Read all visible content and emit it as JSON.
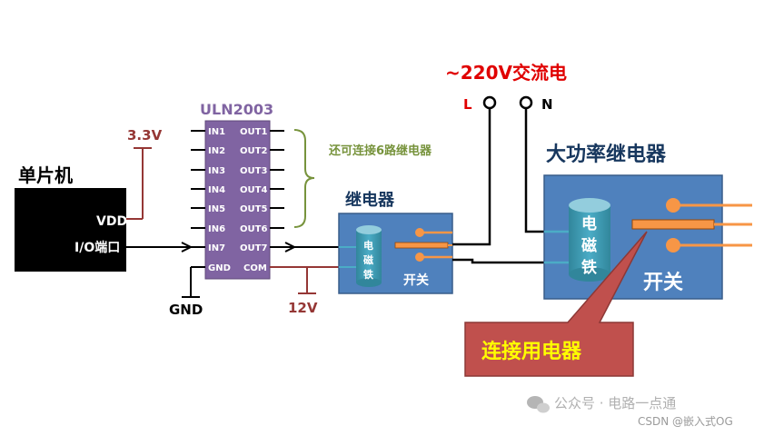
{
  "mcu": {
    "title": "单片机",
    "vdd": "VDD",
    "io": "I/O端口"
  },
  "supply_33": "3.3V",
  "gnd": "GND",
  "uln": {
    "title": "ULN2003",
    "inputs": [
      "IN1",
      "IN2",
      "IN3",
      "IN4",
      "IN5",
      "IN6",
      "IN7"
    ],
    "outputs": [
      "OUT1",
      "OUT2",
      "OUT3",
      "OUT4",
      "OUT5",
      "OUT6",
      "OUT7"
    ],
    "gnd": "GND",
    "com": "COM"
  },
  "brace_note": "还可连接6路继电器",
  "supply_12": "12V",
  "small_relay": {
    "title": "继电器",
    "coil": [
      "电",
      "磁",
      "铁"
    ],
    "switch": "开关"
  },
  "ac": {
    "title": "~220V交流电",
    "L": "L",
    "N": "N"
  },
  "big_relay": {
    "title": "大功率继电器",
    "coil": [
      "电",
      "磁",
      "铁"
    ],
    "switch": "开关"
  },
  "callout": "连接用电器",
  "watermark": {
    "main": "公众号 · 电路一点通",
    "sub": "CSDN @嵌入式OG"
  },
  "colors": {
    "relay_box": "#4f81bd",
    "chip": "#8064a2",
    "callout": "#c0504d",
    "callout_text": "#ffff00",
    "ac_red": "#e00000",
    "brace_green": "#77933c",
    "orange": "#f79646",
    "supply_red": "#953735"
  }
}
